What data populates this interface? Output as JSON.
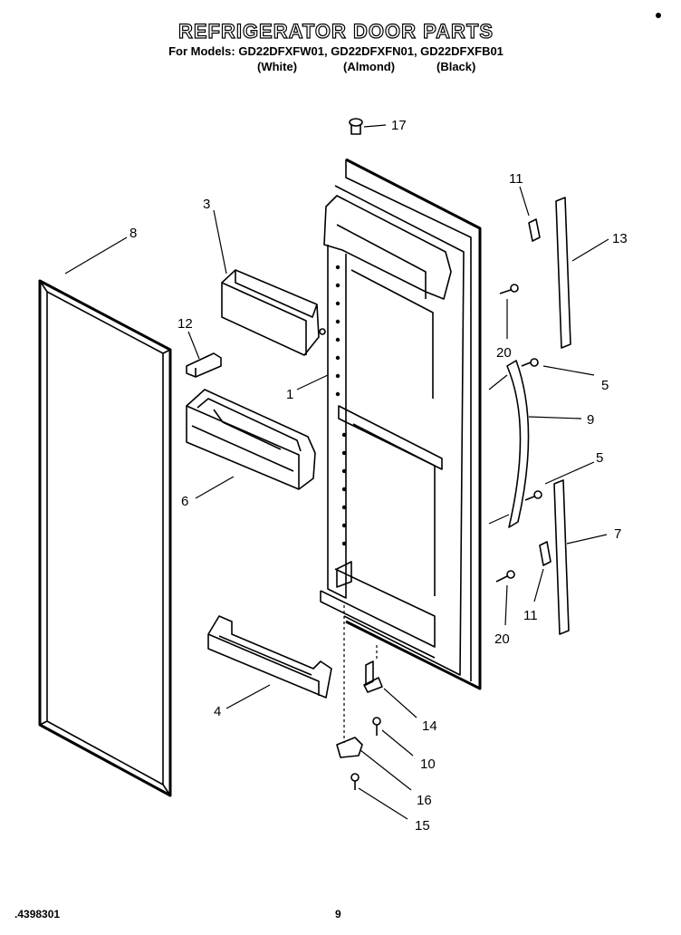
{
  "header": {
    "title": "REFRIGERATOR DOOR PARTS",
    "models_line": "For Models: GD22DFXFW01, GD22DFXFN01, GD22DFXFB01",
    "colors": [
      "(White)",
      "(Almond)",
      "(Black)"
    ]
  },
  "footer": {
    "doc_number": "4398301",
    "page_number": "9"
  },
  "callouts": {
    "c1": "1",
    "c3": "3",
    "c4": "4",
    "c5a": "5",
    "c5b": "5",
    "c6": "6",
    "c7": "7",
    "c8": "8",
    "c9": "9",
    "c10": "10",
    "c11a": "11",
    "c11b": "11",
    "c12": "12",
    "c13": "13",
    "c14": "14",
    "c15": "15",
    "c16": "16",
    "c17": "17",
    "c20a": "20",
    "c20b": "20"
  }
}
